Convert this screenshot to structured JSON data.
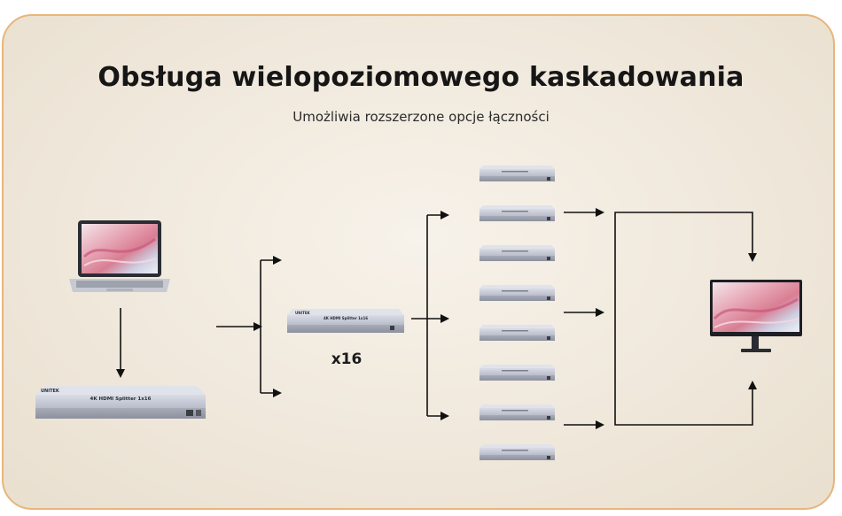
{
  "header": {
    "title": "Obsługa wielopoziomowego kaskadowania",
    "subtitle": "Umożliwia rozszerzone opcje łączności"
  },
  "diagram": {
    "cascade_count": "x16",
    "main_splitter": {
      "brand": "UNITEK",
      "model": "4K HDMI Splitter 1x16"
    },
    "middle_splitter": {
      "brand": "UNITEK",
      "model": "4K HDMI Splitter 1x16"
    },
    "right_splitters_count": 8
  },
  "colors": {
    "border": "#e8b57c",
    "arrow": "#111111",
    "device_body": "#c9ccd6"
  }
}
